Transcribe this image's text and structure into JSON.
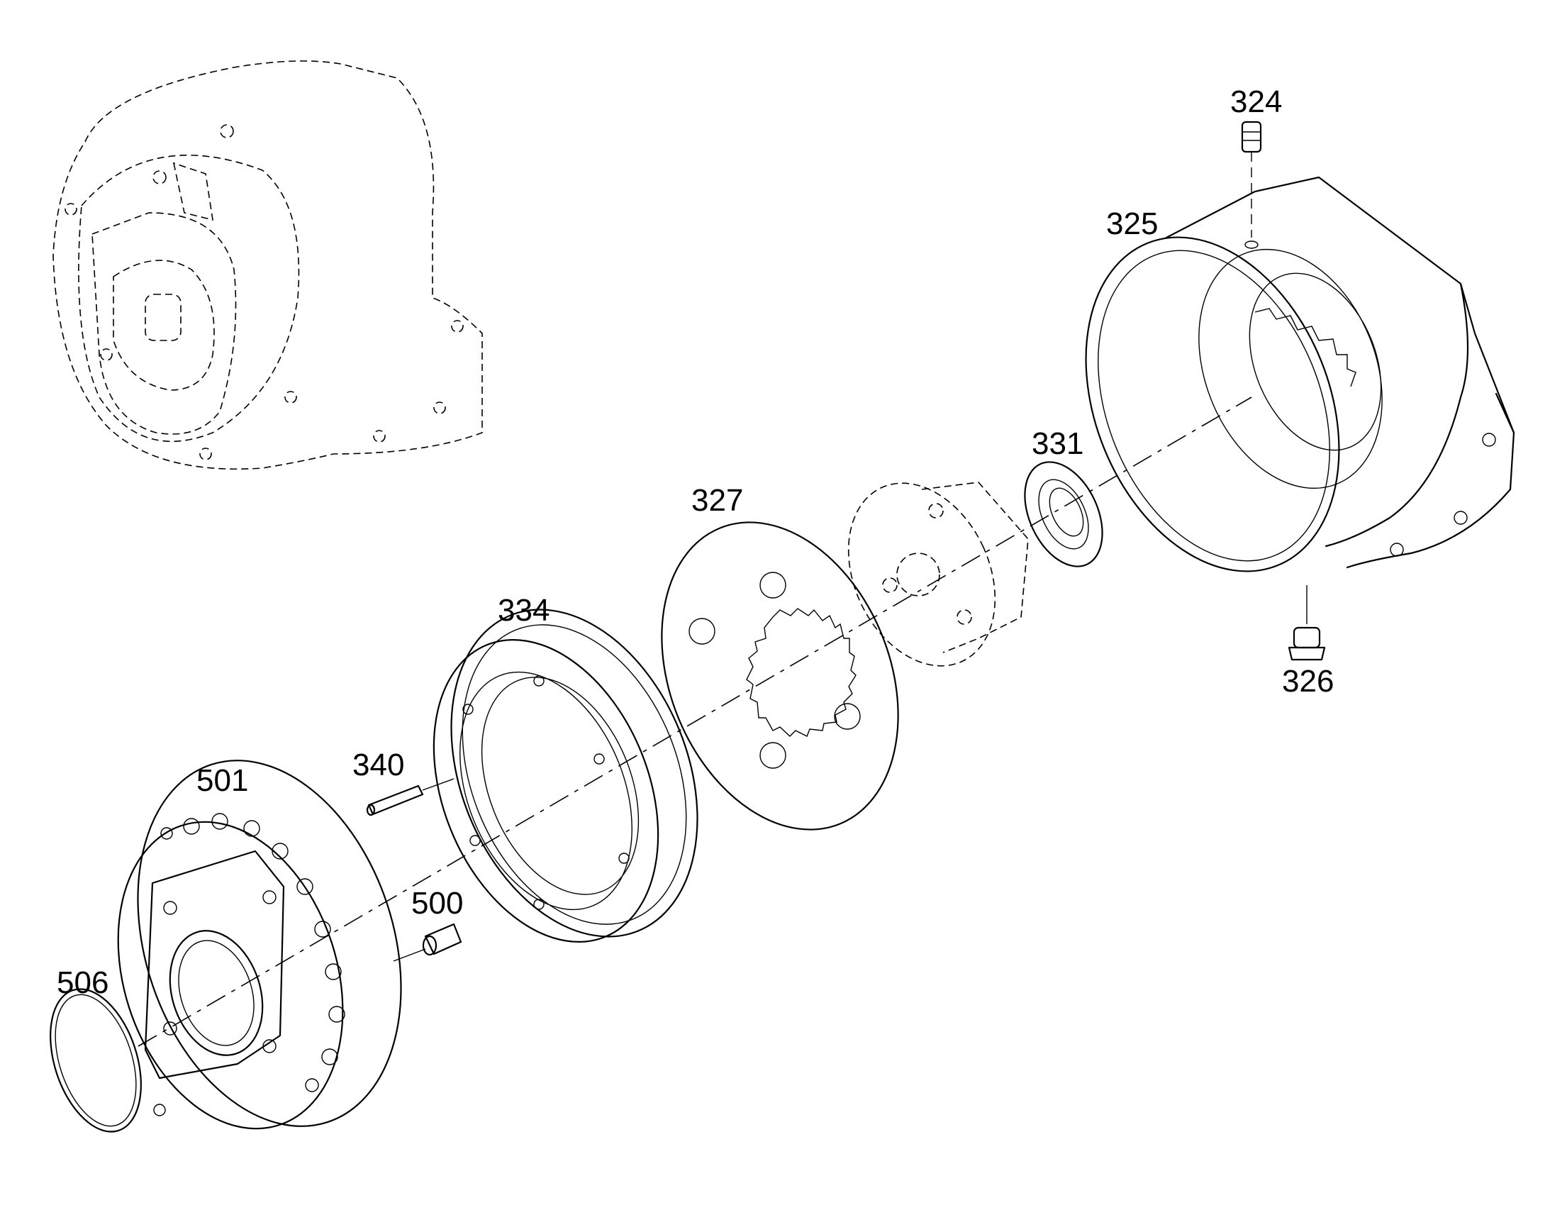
{
  "callouts": {
    "p324": "324",
    "p325": "325",
    "p326": "326",
    "p327": "327",
    "p331": "331",
    "p334": "334",
    "p340": "340",
    "p500": "500",
    "p501": "501",
    "p506": "506"
  }
}
